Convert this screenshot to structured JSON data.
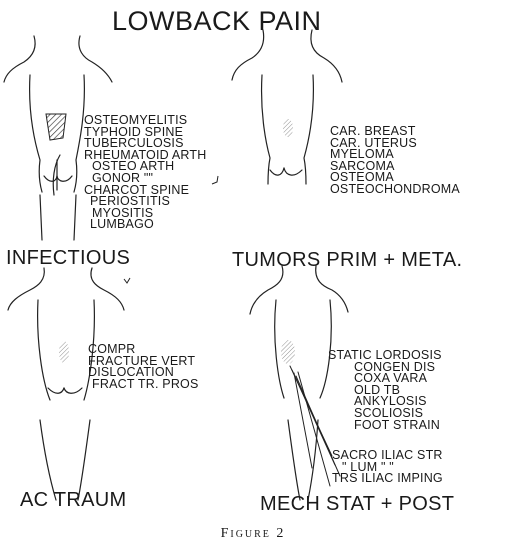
{
  "title": "LOWBACK PAIN",
  "figure_label": "Figure 2",
  "panels": {
    "infectious": {
      "caption": "INFECTIOUS",
      "items": [
        "OSTEOMYELITIS",
        "TYPHOID SPINE",
        "TUBERCULOSIS",
        "RHEUMATOID ARTH",
        "OSTEO ARTH",
        "GONOR \"\"",
        "CHARCOT SPINE",
        "PERIOSTITIS",
        "MYOSITIS",
        "LUMBAGO"
      ]
    },
    "tumors": {
      "caption": "TUMORS PRIM + META.",
      "items": [
        "CAR. BREAST",
        "CAR. UTERUS",
        "MYELOMA",
        "SARCOMA",
        "OSTEOMA",
        "OSTEOCHONDROMA"
      ]
    },
    "trauma": {
      "caption": "AC TRAUM",
      "items": [
        "COMPR",
        "FRACTURE VERT",
        "DISLOCATION",
        "FRACT TR. PROS"
      ]
    },
    "mechanical": {
      "caption": "MECH STAT + POST",
      "items": [
        "STATIC LORDOSIS",
        "CONGEN DIS",
        "COXA VARA",
        "OLD TB",
        "ANKYLOSIS",
        "SCOLIOSIS",
        "FOOT STRAIN"
      ],
      "pointer_items": [
        "SACRO ILIAC STR",
        "\" LUM \" \"",
        "TRS ILIAC IMPING"
      ]
    }
  }
}
